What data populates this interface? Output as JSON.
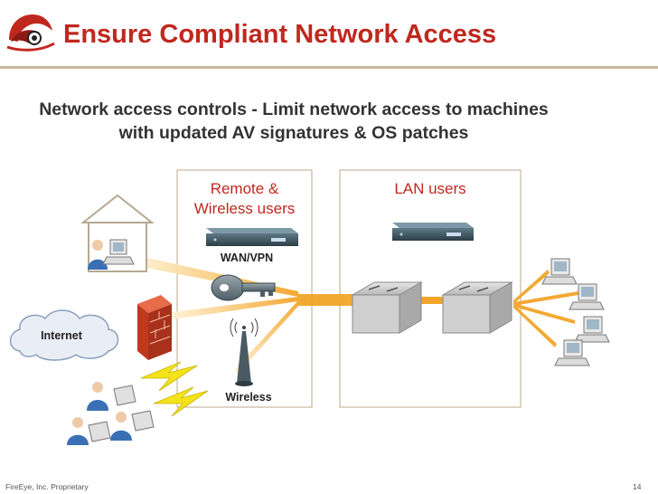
{
  "slide": {
    "title": "Ensure Compliant Network Access",
    "subtitle": "Network access controls - Limit network access to machines with updated AV signatures & OS patches",
    "footer_company": "FireEye, Inc. Proprietary",
    "page_number": "14"
  },
  "zones": {
    "remote_label": "Remote & Wireless users",
    "lan_label": "LAN users"
  },
  "labels": {
    "wan_vpn": "WAN/VPN",
    "wireless": "Wireless",
    "internet": "Internet"
  },
  "colors": {
    "title": "#c0281e",
    "zone_border": "#c8b89c",
    "beam": "#f2a52a",
    "lightning": "#f5e31a",
    "firewall": "#c0391f"
  },
  "icons": [
    "fireeye-logo-icon",
    "house-icon",
    "firewall-icon",
    "cloud-icon",
    "vpn-appliance-icon",
    "key-icon",
    "wireless-antenna-icon",
    "switch-icon",
    "workstation-icon",
    "user-icon",
    "lightning-icon"
  ]
}
